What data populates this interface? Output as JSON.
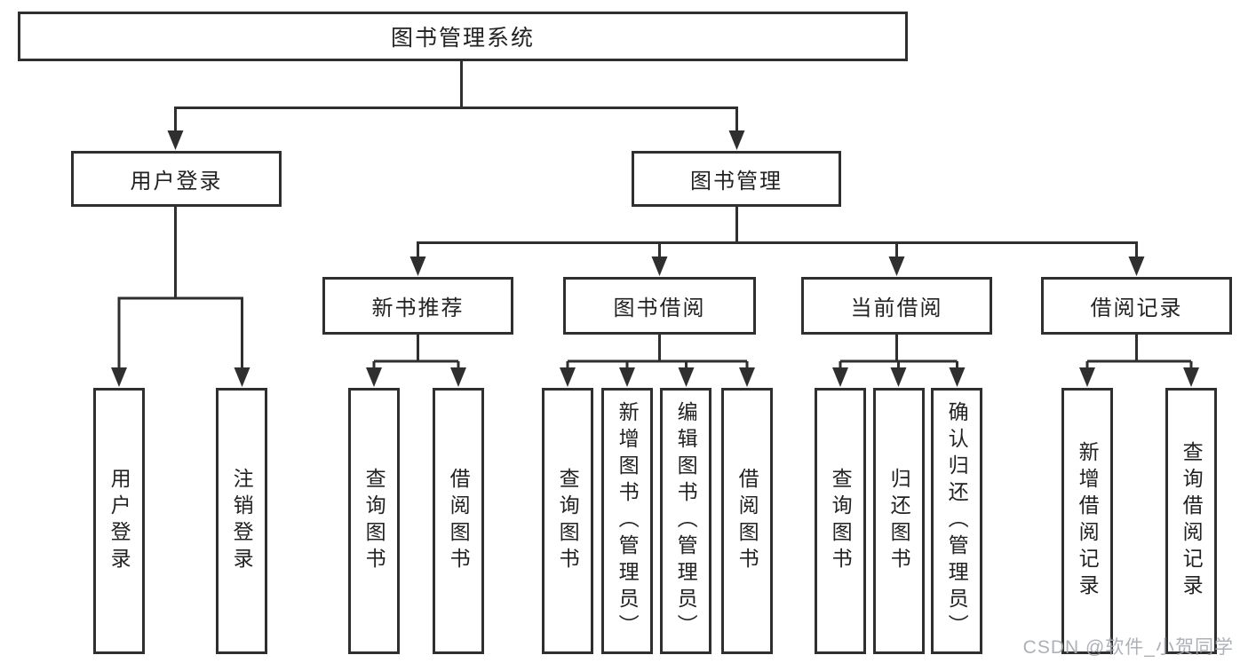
{
  "diagram": {
    "title": "图书管理系统",
    "level2": [
      "用户登录",
      "图书管理"
    ],
    "level3": [
      "新书推荐",
      "图书借阅",
      "当前借阅",
      "借阅记录"
    ],
    "leaves": [
      "用户登录",
      "注销登录",
      "查询图书",
      "借阅图书",
      "查询图书",
      "新增图书（管理员）",
      "编辑图书（管理员）",
      "借阅图书",
      "查询图书",
      "归还图书",
      "确认归还（管理员）",
      "新增借阅记录",
      "查询借阅记录"
    ],
    "watermark": "CSDN @软件_小贺同学",
    "colors": {
      "background": "#ffffff",
      "line": "#2f2f2f",
      "text": "#222222",
      "watermark": "#a4a9af"
    }
  }
}
